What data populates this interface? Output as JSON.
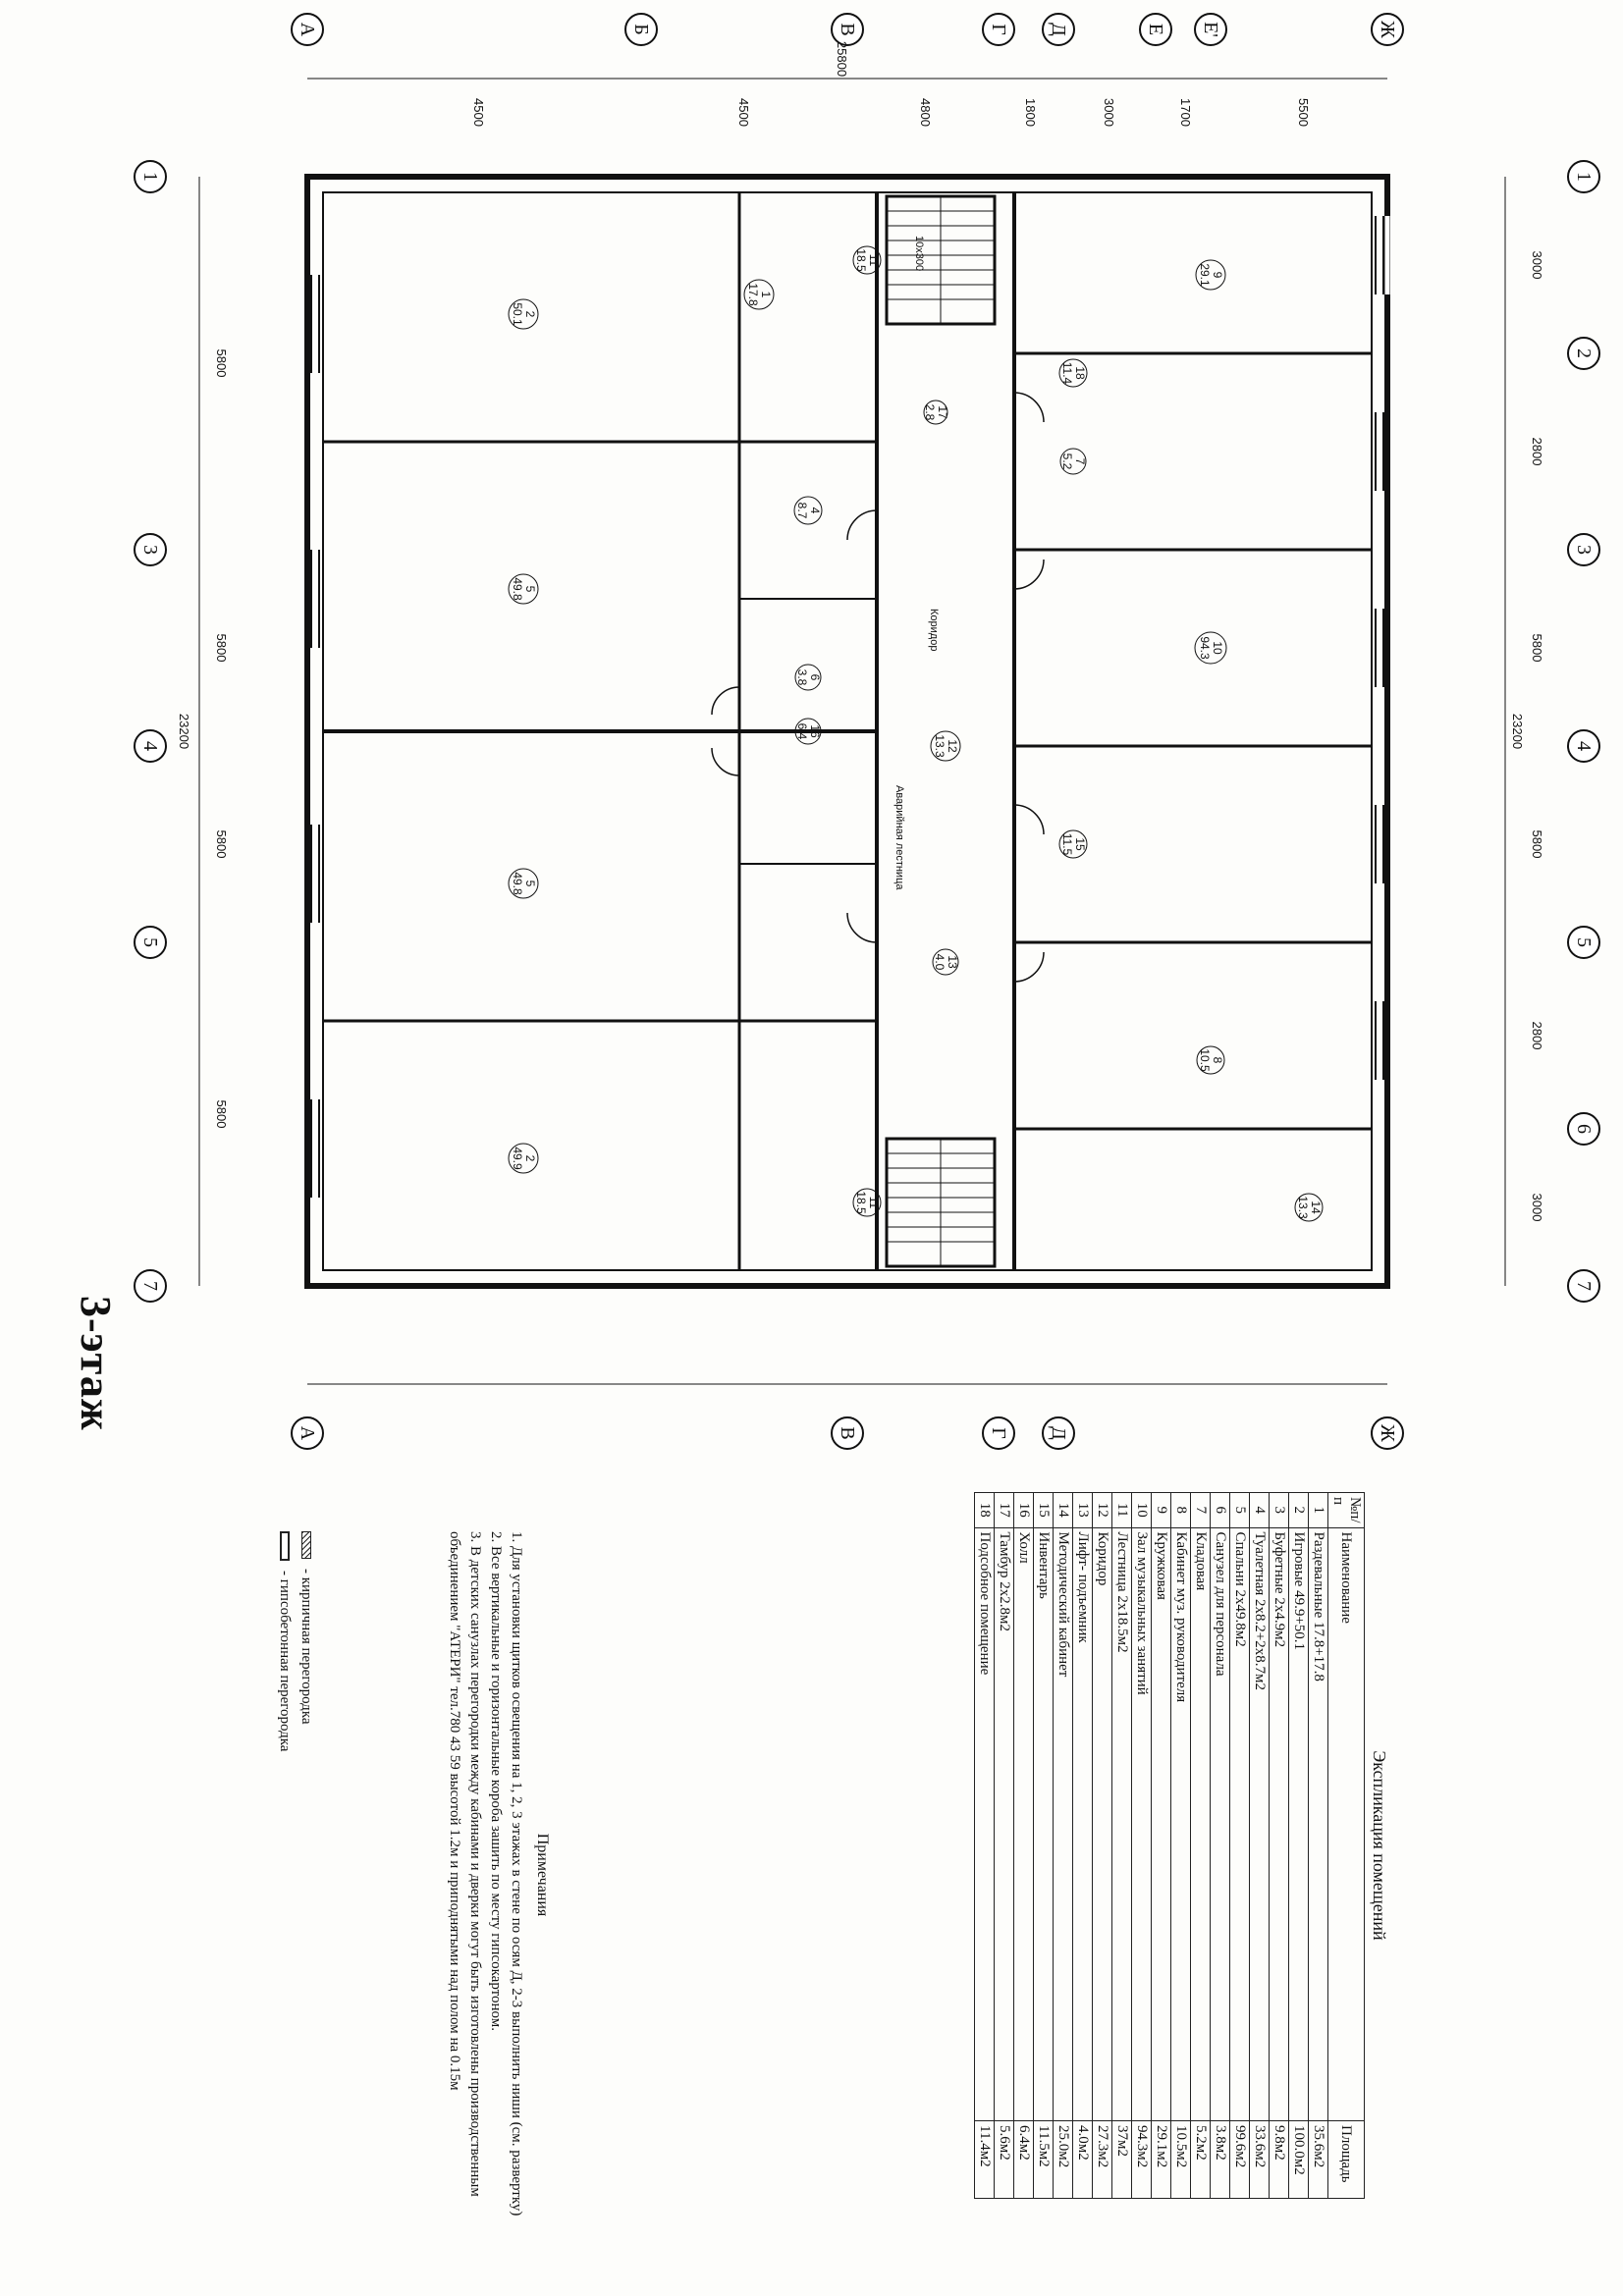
{
  "title": "3-этаж",
  "axes": {
    "numbers": [
      "1",
      "2",
      "3",
      "4",
      "5",
      "6",
      "7"
    ],
    "letters": [
      "Ж",
      "Е'",
      "Е",
      "Д",
      "Г",
      "В",
      "Б",
      "А"
    ]
  },
  "overall_dims": {
    "width": "23200",
    "height": "25800"
  },
  "top_dims": [
    "3000",
    "2800",
    "5800",
    "5800",
    "2800",
    "3000"
  ],
  "bottom_dims": [
    "5800",
    "5800",
    "5800",
    "5800"
  ],
  "left_dims": [
    "5500",
    "1700",
    "3000",
    "1800",
    "4800",
    "4500",
    "4500"
  ],
  "rooms": [
    {
      "num": "1",
      "area": "17.8"
    },
    {
      "num": "2",
      "area": "50.1"
    },
    {
      "num": "2",
      "area": "49.9"
    },
    {
      "num": "4",
      "area": "8.7"
    },
    {
      "num": "5",
      "area": "49.8"
    },
    {
      "num": "5",
      "area": "49.8"
    },
    {
      "num": "6",
      "area": "3.8"
    },
    {
      "num": "7",
      "area": "5.2"
    },
    {
      "num": "8",
      "area": "10.5"
    },
    {
      "num": "9",
      "area": "29.1"
    },
    {
      "num": "10",
      "area": "94.3"
    },
    {
      "num": "11",
      "area": "18.5"
    },
    {
      "num": "11",
      "area": "18.5"
    },
    {
      "num": "12",
      "area": "13.3"
    },
    {
      "num": "13",
      "area": "4.0"
    },
    {
      "num": "14",
      "area": "13.3"
    },
    {
      "num": "15",
      "area": "11.5"
    },
    {
      "num": "16",
      "area": "6.4"
    },
    {
      "num": "17",
      "area": "2.8"
    },
    {
      "num": "18",
      "area": "11.4"
    }
  ],
  "plan_labels": {
    "corridor_note": "Коридор",
    "service_room": "Аварийная лестница",
    "stair_label": "10x300"
  },
  "explication": {
    "caption": "Экспликация помещений",
    "headers": [
      "№п/п",
      "Наименование",
      "Площадь"
    ],
    "rows": [
      [
        "1",
        "Раздевальные 17.8+17.8",
        "35.6м2"
      ],
      [
        "2",
        "Игровые 49.9+50.1",
        "100.0м2"
      ],
      [
        "3",
        "Буфетные 2х4.9м2",
        "9.8м2"
      ],
      [
        "4",
        "Туалетная 2х8.2+2х8.7м2",
        "33.6м2"
      ],
      [
        "5",
        "Спальни 2х49.8м2",
        "99.6м2"
      ],
      [
        "6",
        "Санузел для персонала",
        "3.8м2"
      ],
      [
        "7",
        "Кладовая",
        "5.2м2"
      ],
      [
        "8",
        "Кабинет муз. руководителя",
        "10.5м2"
      ],
      [
        "9",
        "Кружковая",
        "29.1м2"
      ],
      [
        "10",
        "Зал музыкальных занятий",
        "94.3м2"
      ],
      [
        "11",
        "Лестница 2х18.5м2",
        "37м2"
      ],
      [
        "12",
        "Коридор",
        "27.3м2"
      ],
      [
        "13",
        "Лифт- подъемник",
        "4.0м2"
      ],
      [
        "14",
        "Методический кабинет",
        "25.0м2"
      ],
      [
        "15",
        "Инвентарь",
        "11.5м2"
      ],
      [
        "16",
        "Холл",
        "6.4м2"
      ],
      [
        "17",
        "Тамбур 2х2.8м2",
        "5.6м2"
      ],
      [
        "18",
        "Подсобное помещение",
        "11.4м2"
      ]
    ]
  },
  "notes": {
    "caption": "Примечания",
    "items": [
      "1. Для установки щитков освещения на 1, 2, 3 этажах в стене по осям Д, 2-3 выполнить ниши (см. развертку)",
      "2. Все вертикальные и горизонтальные короба зашить по месту гипсокартоном.",
      "3. В детских санузлах перегородки между кабинами и дверки могут быть изготовлены производственным объединением \"АТЕРИ\" тел.780 43 59 высотой 1.2м и приподнятыми над полом на 0.15м"
    ]
  },
  "legend": [
    {
      "swatch": "brick",
      "text": "- кирпичная перегородка"
    },
    {
      "swatch": "gypsum",
      "text": "- гипсобетонная перегородка"
    }
  ]
}
